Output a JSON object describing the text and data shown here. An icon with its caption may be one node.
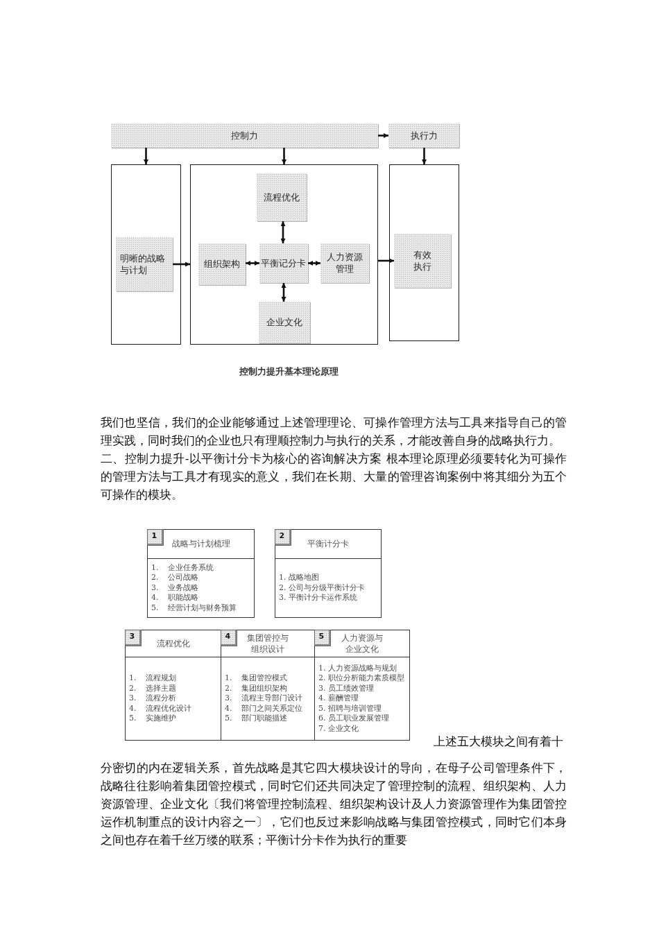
{
  "diagram": {
    "caption": "控制力提升基本理论原理",
    "nodes": [
      {
        "text": [
          "控制力"
        ]
      },
      {
        "text": [
          "执行力"
        ]
      },
      {
        "text": [],
        "shape": "box"
      },
      {
        "text": [],
        "shape": "box"
      },
      {
        "text": [],
        "shape": "box"
      },
      {
        "text": [
          "明晰的战略与计划"
        ],
        "in": 2
      },
      {
        "text": [
          "流程优化"
        ],
        "in": 3
      },
      {
        "text": [
          "组织架构"
        ],
        "in": 3
      },
      {
        "text": [
          "平衡记分卡"
        ],
        "in": 3
      },
      {
        "text": [
          "人力资源管理"
        ],
        "in": 3
      },
      {
        "text": [
          "企业文化"
        ],
        "in": 3
      },
      {
        "text": [
          "有效执行"
        ],
        "in": 4
      },
      {
        "text": [
          "战略与计划梳理",
          "1. 企业任务系统",
          "2. 公司战略",
          "3. 业务战略",
          "4. 职能战略",
          "5. 经营计划与财务预算"
        ]
      },
      {
        "text": [
          "1"
        ],
        "in": 12
      },
      {
        "text": [
          "平衡计分卡",
          "1. 战略地图",
          "2. 公司与分级平衡计分卡",
          "3. 平衡计分卡运作系统"
        ]
      },
      {
        "text": [
          "2"
        ],
        "in": 14
      },
      {
        "text": [
          "流程优化",
          "1. 流程规划",
          "2. 选择主题",
          "3. 流程分析",
          "4. 流程优化设计",
          "5. 实施维护"
        ]
      },
      {
        "text": [
          "3"
        ],
        "in": 16
      },
      {
        "text": [
          "集团管控与组织设计",
          "1. 集团管控模式",
          "2. 集团组织架构",
          "3. 流程主导部门设计",
          "4. 部门之间关系定位",
          "5. 部门职能描述"
        ]
      },
      {
        "text": [
          "4"
        ],
        "in": 18
      },
      {
        "text": [
          "人力资源与企业文化",
          "1. 人力资源战略与规划",
          "2. 职位分析能力素质模型",
          "3. 员工绩效管理",
          "4. 薪酬管理",
          "5. 招聘与培训管理",
          "6. 员工职业发展管理",
          "7. 企业文化"
        ]
      },
      {
        "text": [
          "5"
        ],
        "in": 20
      }
    ],
    "edges": [
      {
        "from": 0,
        "to": 1,
        "arrow": "to"
      },
      {
        "from": 0,
        "to": 2,
        "arrow": "to"
      },
      {
        "from": 0,
        "to": 3,
        "arrow": "to"
      },
      {
        "from": 1,
        "to": 4,
        "arrow": "to"
      },
      {
        "from": 5,
        "to": 3,
        "arrow": "to"
      },
      {
        "from": 3,
        "to": 11,
        "arrow": "to"
      },
      {
        "from": 6,
        "to": 8,
        "arrow": "both"
      },
      {
        "from": 7,
        "to": 8,
        "arrow": "both"
      },
      {
        "from": 8,
        "to": 9,
        "arrow": "both"
      },
      {
        "from": 8,
        "to": 10,
        "arrow": "both"
      }
    ],
    "labels": [
      "我们也坚信，我们的企业能够通过上述管理理论、可操作管理方法与工具来指导自己的管理实践，同时我们的企业也只有理顺控制力与执行的关系，才能改善自身的战略执行力。",
      "二、控制力提升-以平衡计分卡为核心的咨询解决方案 根本理论原理必须要转化为可操作的管理方法与工具才有现实的意义，我们在长期、大量的管理咨询案例中将其细分为五个可操作的模块。",
      "上述五大模块之间有着十",
      "分密切的内在逻辑关系，首先战略是其它四大模块设计的导向，在母子公司管理条件下，战略往往影响着集团管控模式，同时它们还共同决定了管理控制的流程、组织架构、人力资源管理、企业文化〔我们将管理控制流程、组织架构设计及人力资源管理作为集团管控运作机制重点的设计内容之一〕，它们也反过来影响战略与集团管控模式，同时它们本身之间也存在着千丝万缕的联系；平衡计分卡作为执行的重要"
    ]
  }
}
